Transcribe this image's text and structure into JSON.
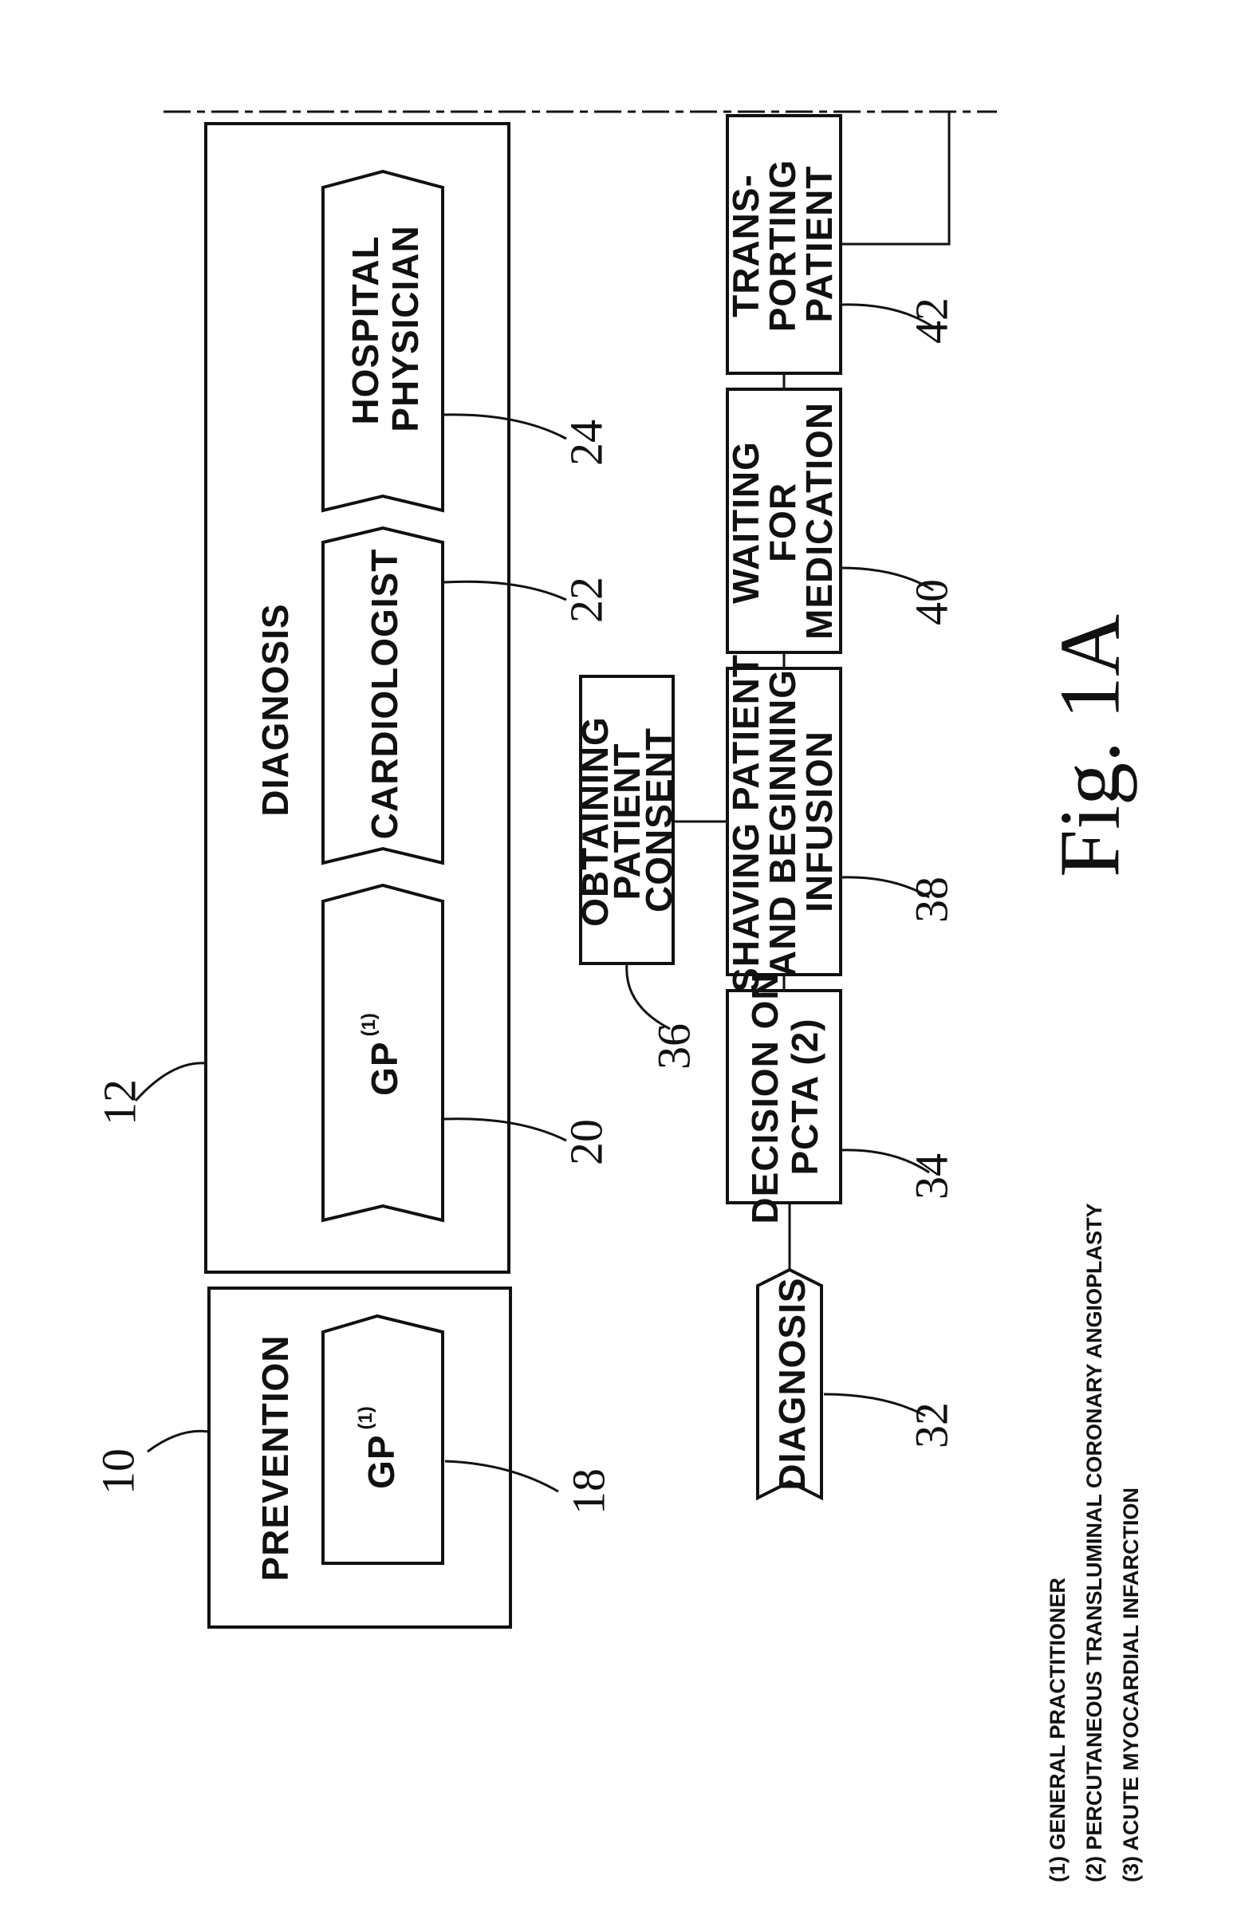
{
  "figure": {
    "caption": "Fig. 1A",
    "prevention": {
      "title": "PREVENTION",
      "ref": "10",
      "actor": {
        "label": "GP",
        "sup": "(1)",
        "ref": "18"
      }
    },
    "diagnosis_group": {
      "title": "DIAGNOSIS",
      "ref": "12",
      "actors": [
        {
          "label": "GP",
          "sup": "(1)",
          "ref": "20"
        },
        {
          "label": "CARDIOLOGIST",
          "ref": "22"
        },
        {
          "label_lines": [
            "HOSPITAL",
            "PHYSICIAN"
          ],
          "ref": "24"
        }
      ]
    },
    "process": [
      {
        "label_lines": [
          "DIAGNOSIS"
        ],
        "ref": "32"
      },
      {
        "label_lines": [
          "DECISION ON",
          "PCTA (2)"
        ],
        "ref": "34"
      },
      {
        "label_lines": [
          "SHAVING PATIENT",
          "AND BEGINNING",
          "INFUSION"
        ],
        "ref": "38"
      },
      {
        "label_lines": [
          "WAITING",
          "FOR",
          "MEDICATION"
        ],
        "ref": "40"
      },
      {
        "label_lines": [
          "TRANS-",
          "PORTING",
          "PATIENT"
        ],
        "ref": "42"
      }
    ],
    "consent": {
      "label_lines": [
        "OBTAINING",
        "PATIENT",
        "CONSENT"
      ],
      "ref": "36"
    },
    "footnotes": [
      "(1) GENERAL PRACTITIONER",
      "(2) PERCUTANEOUS TRANSLUMINAL CORONARY ANGIOPLASTY",
      "(3) ACUTE MYOCARDIAL INFARCTION"
    ]
  }
}
